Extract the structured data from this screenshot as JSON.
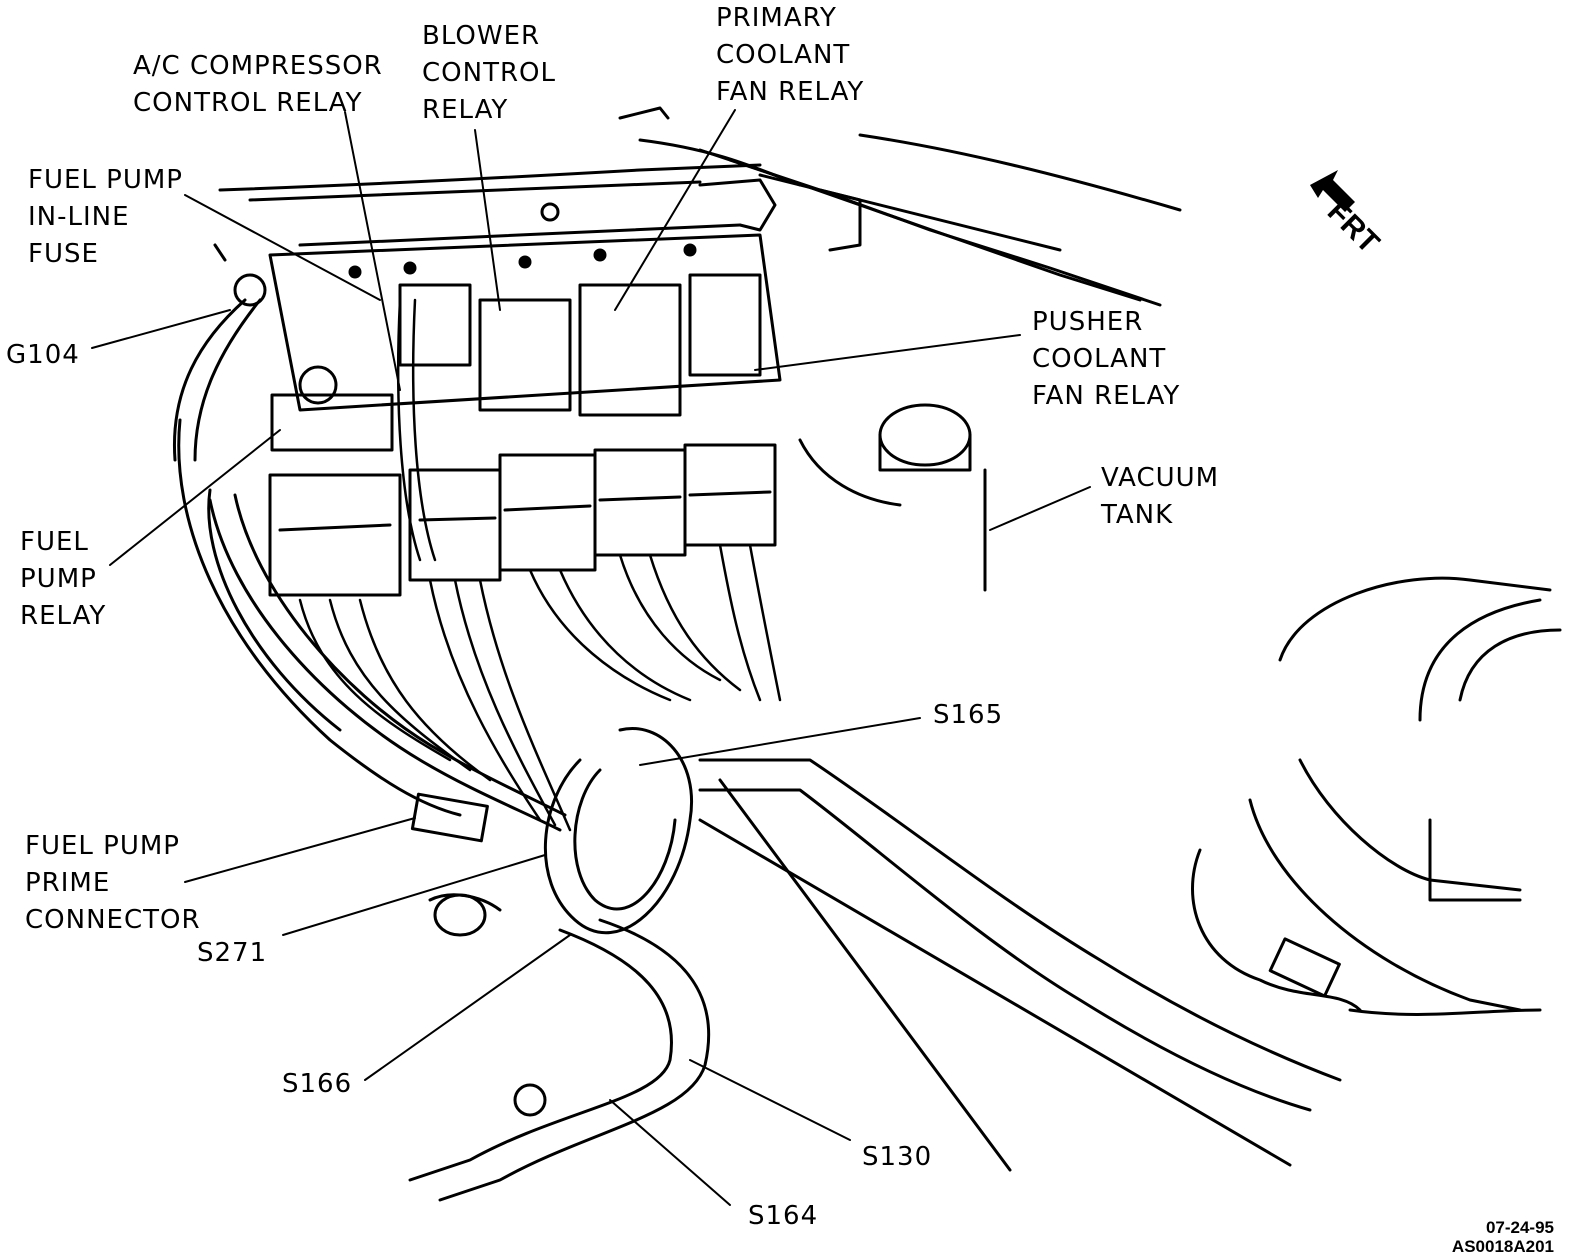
{
  "labels": {
    "ac_compressor_relay": [
      "A/C COMPRESSOR",
      "CONTROL RELAY"
    ],
    "blower_control_relay": [
      "BLOWER",
      "CONTROL",
      "RELAY"
    ],
    "primary_coolant_fan_relay": [
      "PRIMARY",
      "COOLANT",
      "FAN RELAY"
    ],
    "fuel_pump_inline_fuse": [
      "FUEL PUMP",
      "IN-LINE",
      "FUSE"
    ],
    "g104": "G104",
    "pusher_coolant_fan_relay": [
      "PUSHER",
      "COOLANT",
      "FAN RELAY"
    ],
    "vacuum_tank": [
      "VACUUM",
      "TANK"
    ],
    "fuel_pump_relay": [
      "FUEL",
      "PUMP",
      "RELAY"
    ],
    "s165": "S165",
    "fuel_pump_prime_connector": [
      "FUEL PUMP",
      "PRIME",
      "CONNECTOR"
    ],
    "s271": "S271",
    "s166": "S166",
    "s130": "S130",
    "s164": "S164",
    "front_arrow": "FRT"
  },
  "figure_code": [
    "07-24-95",
    "AS0018A201"
  ]
}
